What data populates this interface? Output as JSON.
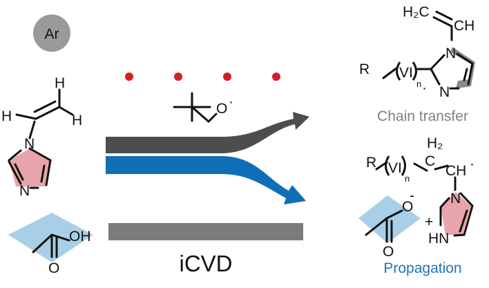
{
  "colors": {
    "black_arrow": "#4d4d4f",
    "blue_arrow": "#0f6fb6",
    "gray_bar": "#7b7b7b",
    "argon_circle": "#9a9a9a",
    "radical_dot": "#d11f26",
    "imidazole_fill": "#e8a4ab",
    "acid_diamond": "#a9cfe6",
    "chain_transfer_text": "#808080",
    "propagation_text": "#1c75bc"
  },
  "argon": {
    "label": "Ar"
  },
  "radicals": {
    "count": 4
  },
  "initiator": {
    "oxygen": "O",
    "radical": "·"
  },
  "monomer": {
    "h_top": "H",
    "h_right": "H",
    "h_left": "H",
    "n1": "N",
    "n3": "N"
  },
  "acetic_acid": {
    "oh": "OH",
    "o": "O"
  },
  "process": {
    "label": "iCVD"
  },
  "chain_transfer": {
    "label": "Chain transfer",
    "vinyl_h2c": "H₂C",
    "vinyl_ch": "CH",
    "r": "R",
    "vi": "VI",
    "n": "n",
    "n1": "N",
    "n3": "N",
    "radical": "·"
  },
  "propagation": {
    "label": "Propagation",
    "r": "R",
    "vi": "VI",
    "n": "n",
    "c": "C",
    "h2": "H₂",
    "ch": "CH",
    "radical": "·",
    "n1": "N",
    "hn": "HN",
    "plus": "+",
    "acetate_o": "O",
    "acetate_minus": "-",
    "acetate_o2": "O"
  }
}
